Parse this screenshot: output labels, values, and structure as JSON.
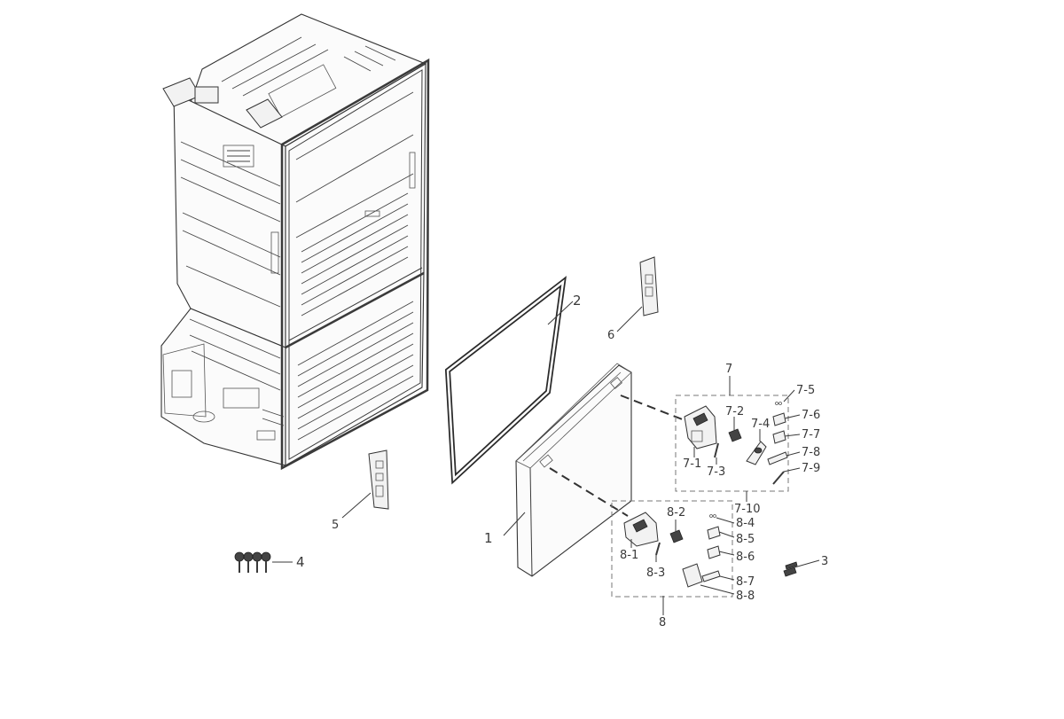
{
  "labels": {
    "p1": "1",
    "p2": "2",
    "p3": "3",
    "p4": "4",
    "p5": "5",
    "p6": "6",
    "p7": "7",
    "p7_1": "7-1",
    "p7_2": "7-2",
    "p7_3": "7-3",
    "p7_4": "7-4",
    "p7_5": "7-5",
    "p7_6": "7-6",
    "p7_7": "7-7",
    "p7_8": "7-8",
    "p7_9": "7-9",
    "p7_10": "7-10",
    "p8": "8",
    "p8_1": "8-1",
    "p8_2": "8-2",
    "p8_3": "8-3",
    "p8_4": "8-4",
    "p8_5": "8-5",
    "p8_6": "8-6",
    "p8_7": "8-7",
    "p8_8": "8-8"
  },
  "colors": {
    "line": "#3a3a3a",
    "background": "#ffffff"
  }
}
